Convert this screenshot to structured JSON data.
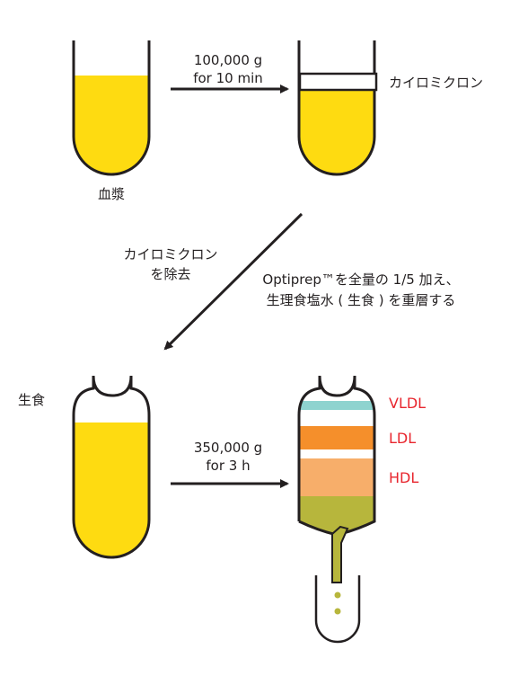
{
  "colors": {
    "plasma": "#fedb11",
    "outline": "#231f20",
    "vldl": "#8ed3cf",
    "ldl": "#f58f2b",
    "hdl": "#f7ae6a",
    "bottom": "#b7b63c",
    "label_red": "#e8262e"
  },
  "step1": {
    "line1": "100,000 g",
    "line2": "for 10 min",
    "tube_label": "血漿",
    "chylomicron_label": "カイロミクロン"
  },
  "step2": {
    "remove_line1": "カイロミクロン",
    "remove_line2": "を除去",
    "add_line1": "Optiprep™を全量の 1/5 加え、",
    "add_line2": "生理食塩水 ( 生食 ) を重層する"
  },
  "step3": {
    "saline_label": "生食",
    "line1": "350,000 g",
    "line2": "for 3 h",
    "vldl": "VLDL",
    "ldl": "LDL",
    "hdl": "HDL"
  }
}
